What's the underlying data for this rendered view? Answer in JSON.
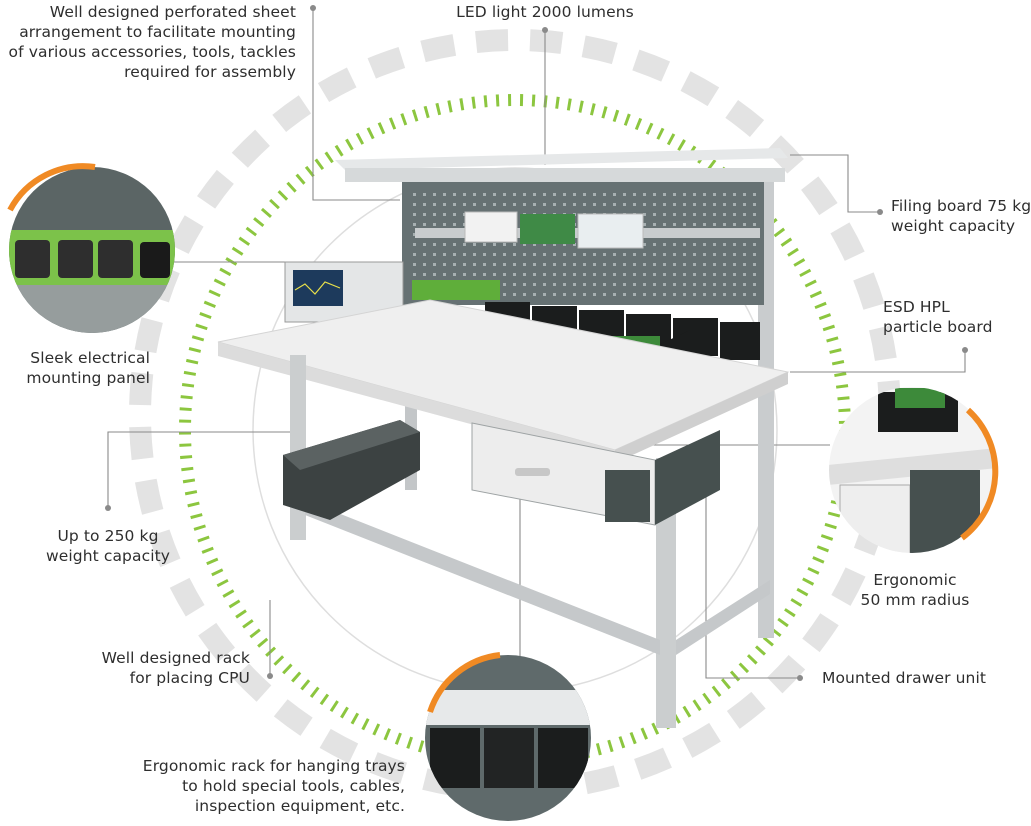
{
  "colors": {
    "accent_green": "#8cc63f",
    "accent_orange": "#f08a24",
    "ring_gray": "#e3e3e3",
    "leader_line": "#8a8a8a",
    "bench_top": "#ececec",
    "frame": "#c9ccce",
    "panel": "#667173"
  },
  "callouts": {
    "perforated_sheet": {
      "lines": [
        "Well designed perforated sheet",
        "arrangement to facilitate mounting",
        "of various accessories, tools, tackles",
        "required for assembly"
      ]
    },
    "led_light": {
      "lines": [
        "LED light 2000 lumens"
      ]
    },
    "filing_board": {
      "lines": [
        "Filing board 75 kg",
        "weight capacity"
      ]
    },
    "esd_board": {
      "lines": [
        "ESD HPL",
        "particle board"
      ]
    },
    "electrical_panel": {
      "lines": [
        "Sleek electrical",
        "mounting panel"
      ]
    },
    "weight_capacity": {
      "lines": [
        "Up to 250 kg",
        "weight capacity"
      ]
    },
    "ergonomic_radius": {
      "lines": [
        "Ergonomic",
        "50 mm radius"
      ]
    },
    "cpu_rack": {
      "lines": [
        "Well designed rack",
        "for placing CPU"
      ]
    },
    "drawer_unit": {
      "lines": [
        "Mounted drawer unit"
      ]
    },
    "hanging_trays": {
      "lines": [
        "Ergonomic rack for hanging trays",
        "to hold special tools, cables,",
        "inspection equipment, etc."
      ]
    }
  }
}
